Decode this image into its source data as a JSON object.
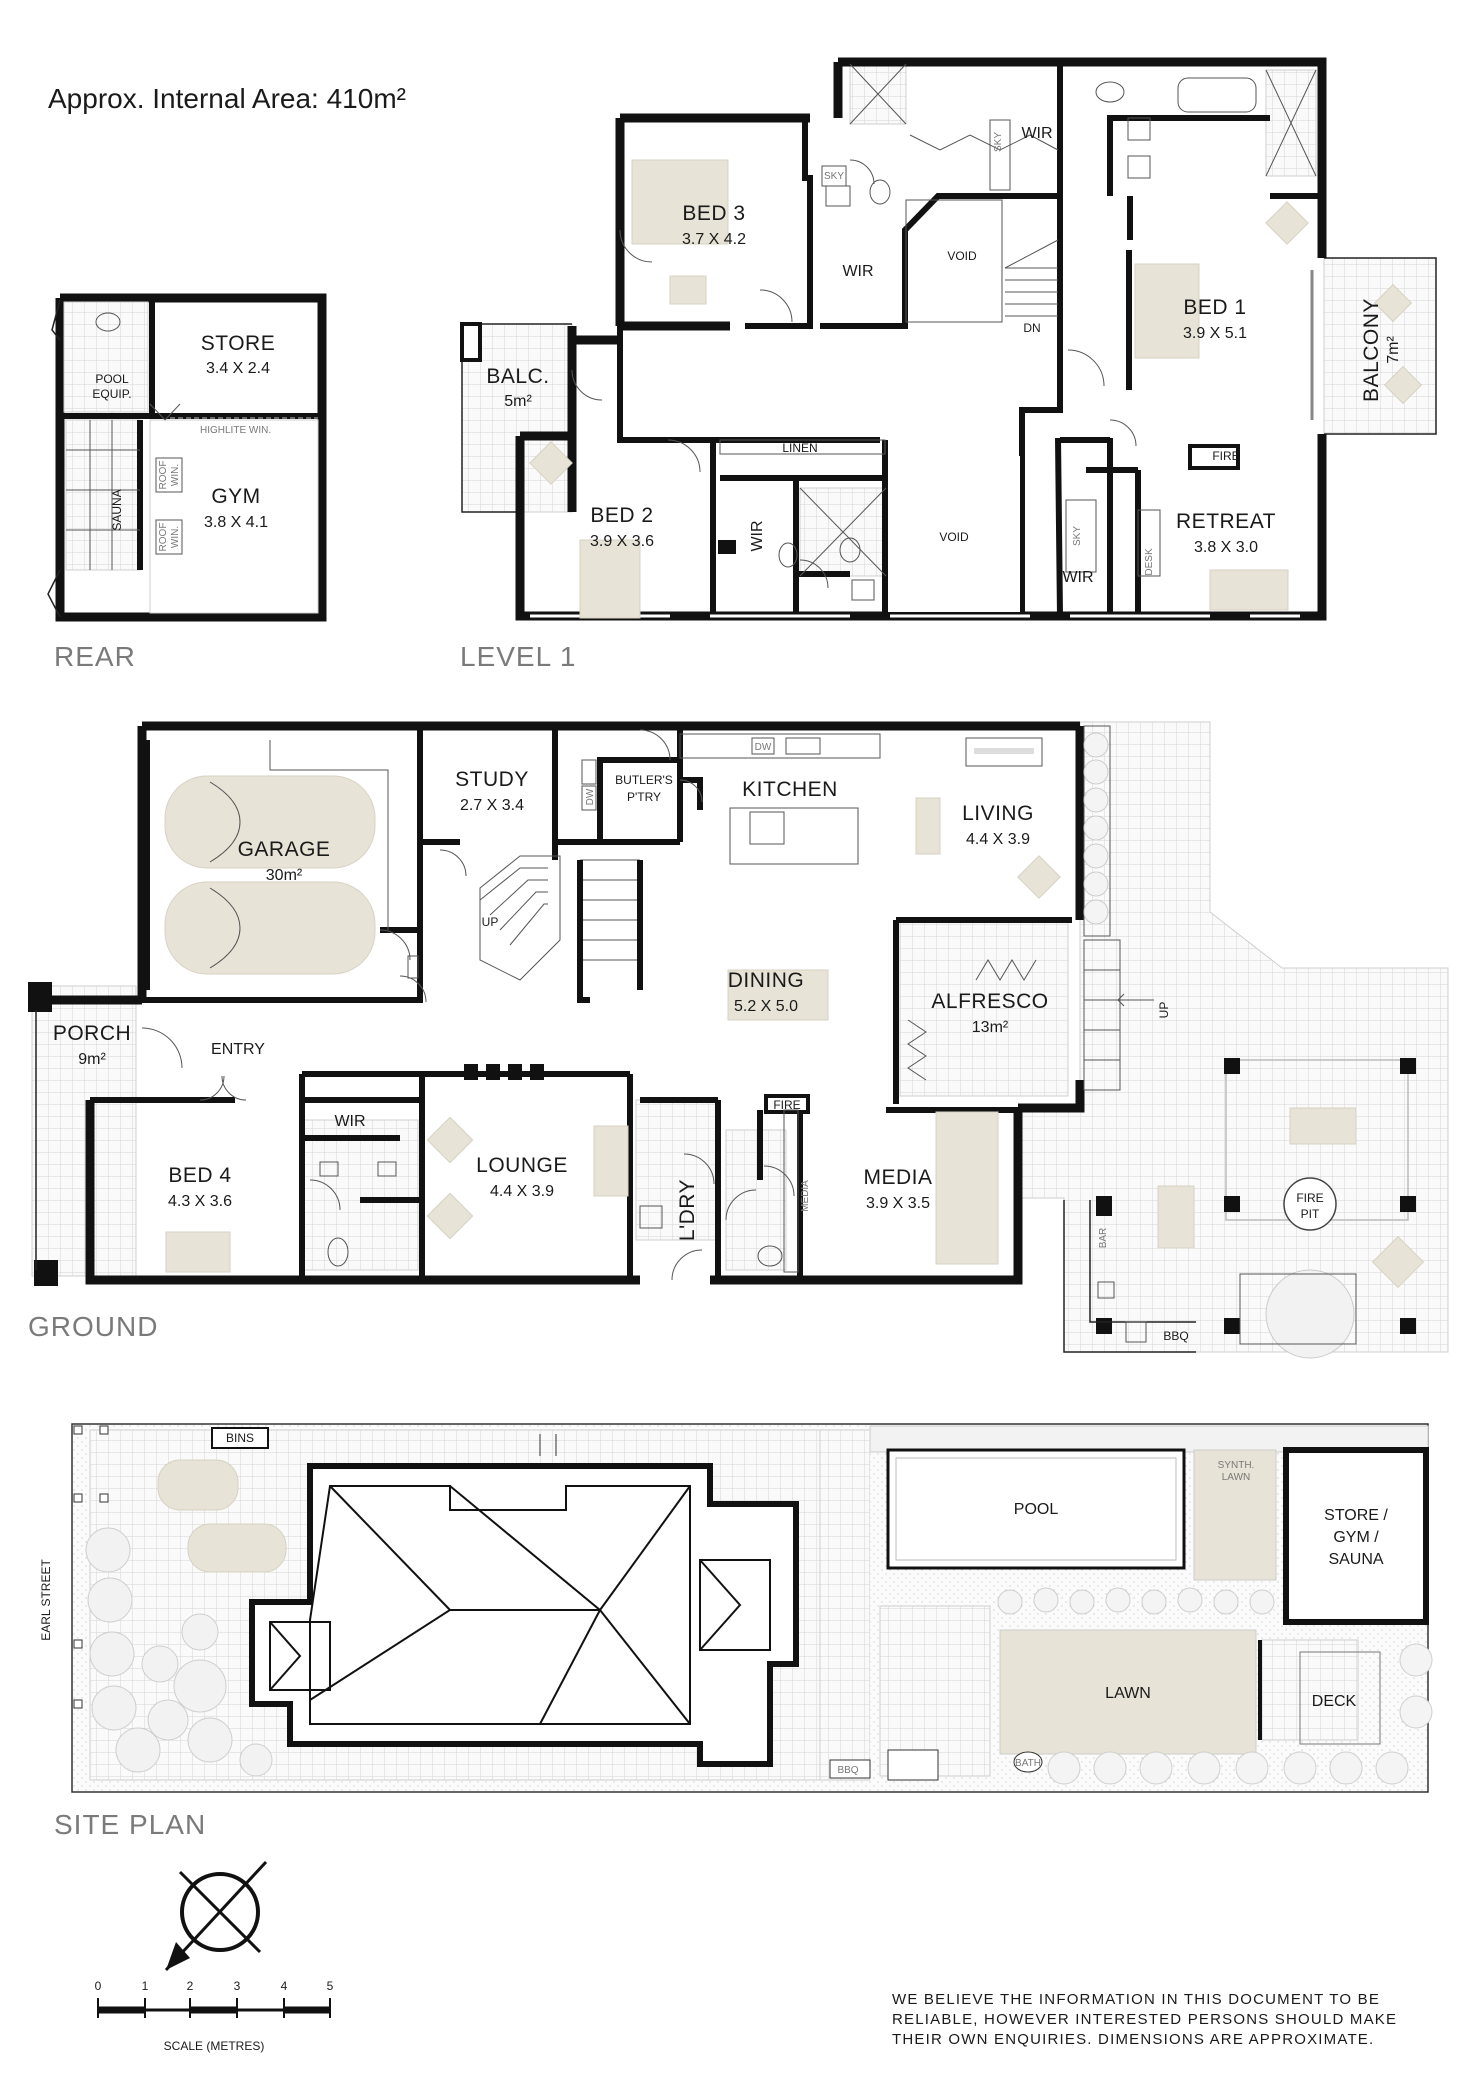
{
  "header": {
    "area_label": "Approx. Internal Area: 410m²"
  },
  "sections": {
    "rear": "REAR",
    "level1": "LEVEL 1",
    "ground": "GROUND",
    "site_plan": "SITE PLAN"
  },
  "rear": {
    "store": {
      "name": "STORE",
      "dim": "3.4 X 2.4"
    },
    "pool_equip": [
      "POOL",
      "EQUIP."
    ],
    "highlite": "HIGHLITE WIN.",
    "sauna": "SAUNA",
    "roof_win": [
      "ROOF",
      "WIN."
    ],
    "gym": {
      "name": "GYM",
      "dim": "3.8 X 4.1"
    }
  },
  "level1": {
    "bed3": {
      "name": "BED 3",
      "dim": "3.7 X 4.2"
    },
    "sky": "SKY",
    "wir": "WIR",
    "void": "VOID",
    "dn": "DN",
    "bed1": {
      "name": "BED 1",
      "dim": "3.9 X 5.1"
    },
    "balcony": {
      "name": "BALCONY",
      "dim": "7m²"
    },
    "balc": {
      "name": "BALC.",
      "dim": "5m²"
    },
    "linen": "LINEN",
    "bed2": {
      "name": "BED 2",
      "dim": "3.9 X 3.6"
    },
    "fire": "FIRE",
    "retreat": {
      "name": "RETREAT",
      "dim": "3.8 X 3.0"
    },
    "desk": "DESK"
  },
  "ground": {
    "garage": {
      "name": "GARAGE",
      "dim": "30m²"
    },
    "study": {
      "name": "STUDY",
      "dim": "2.7 X 3.4"
    },
    "butlers": [
      "BUTLER'S",
      "P'TRY"
    ],
    "dw": "DW",
    "kitchen": "KITCHEN",
    "living": {
      "name": "LIVING",
      "dim": "4.4 X 3.9"
    },
    "up": "UP",
    "dining": {
      "name": "DINING",
      "dim": "5.2 X 5.0"
    },
    "alfresco": {
      "name": "ALFRESCO",
      "dim": "13m²"
    },
    "porch": {
      "name": "PORCH",
      "dim": "9m²"
    },
    "entry": "ENTRY",
    "wir": "WIR",
    "bed4": {
      "name": "BED 4",
      "dim": "4.3 X 3.6"
    },
    "lounge": {
      "name": "LOUNGE",
      "dim": "4.4 X 3.9"
    },
    "fire": "FIRE",
    "media_wall": "MEDIA",
    "ldry": "L'DRY",
    "media": {
      "name": "MEDIA",
      "dim": "3.9 X 3.5"
    },
    "fire_pit": [
      "FIRE",
      "PIT"
    ],
    "bar": "BAR",
    "bbq": "BBQ"
  },
  "site": {
    "bins": "BINS",
    "earl_street": "EARL STREET",
    "pool": "POOL",
    "synth_lawn": [
      "SYNTH.",
      "LAWN"
    ],
    "store_gym_sauna": [
      "STORE /",
      "GYM /",
      "SAUNA"
    ],
    "lawn": "LAWN",
    "deck": "DECK",
    "bath": "BATH",
    "bbq": "BBQ"
  },
  "scale": {
    "ticks": [
      "0",
      "1",
      "2",
      "3",
      "4",
      "5"
    ],
    "label": "SCALE (METRES)"
  },
  "disclaimer": [
    "WE BELIEVE THE INFORMATION IN THIS DOCUMENT TO BE",
    "RELIABLE, HOWEVER INTERESTED PERSONS SHOULD MAKE",
    "THEIR OWN ENQUIRIES. DIMENSIONS ARE APPROXIMATE."
  ],
  "colors": {
    "furniture": "#e7e3d6",
    "walls": "#111111",
    "tiles": "#d8d8d8"
  }
}
